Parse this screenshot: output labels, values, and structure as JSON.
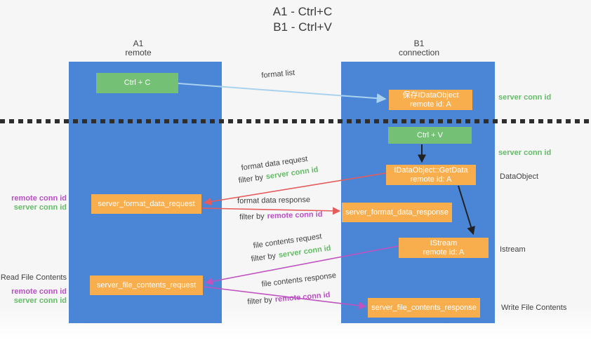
{
  "title": {
    "line1": "A1 - Ctrl+C",
    "line2": "B1 - Ctrl+V"
  },
  "columns": {
    "left": {
      "name": "A1",
      "role": "remote"
    },
    "right": {
      "name": "B1",
      "role": "connection"
    }
  },
  "nodes": {
    "ctrl_c": "Ctrl + C",
    "ctrl_v": "Ctrl + V",
    "save_idataobject": {
      "line1": "保存IDataObject",
      "line2": "remote id: A"
    },
    "getdata": {
      "line1": "IDataObject::GetData",
      "line2": "remote id: A"
    },
    "istream": {
      "line1": "IStream",
      "line2": "remote id: A"
    },
    "server_format_data_request": "server_format_data_request",
    "server_format_data_response": "server_format_data_response",
    "server_file_contents_request": "server_file_contents_request",
    "server_file_contents_response": "server_file_contents_response"
  },
  "edge_labels": {
    "format_list": "format list",
    "format_data_request": "format data request",
    "format_data_response": "format data response",
    "file_contents_request": "file contents request",
    "file_contents_response": "file contents response",
    "filter_by": "filter by",
    "server_conn_id": "server conn id",
    "remote_conn_id": "remote conn id"
  },
  "side_labels": {
    "server_conn_id_top": "server conn id",
    "server_conn_id_mid": "server conn id",
    "dataobject": "DataObject",
    "istream": "Istream",
    "write_file_contents": "Write File Contents",
    "read_file_contents": "Read File Contents",
    "left_format_remote": "remote conn id",
    "left_format_server": "server conn id",
    "left_file_remote": "remote conn id",
    "left_file_server": "server conn id"
  },
  "colors": {
    "lifeline_blue": "#4a85d6",
    "node_green": "#74c175",
    "node_orange": "#f9ae4e",
    "arrow_red": "#e65c5c",
    "arrow_magenta": "#c053c0",
    "arrow_light_blue": "#a9d2ef",
    "arrow_black": "#222222",
    "text_green": "#64bc66",
    "text_purple": "#ba4ec6"
  }
}
